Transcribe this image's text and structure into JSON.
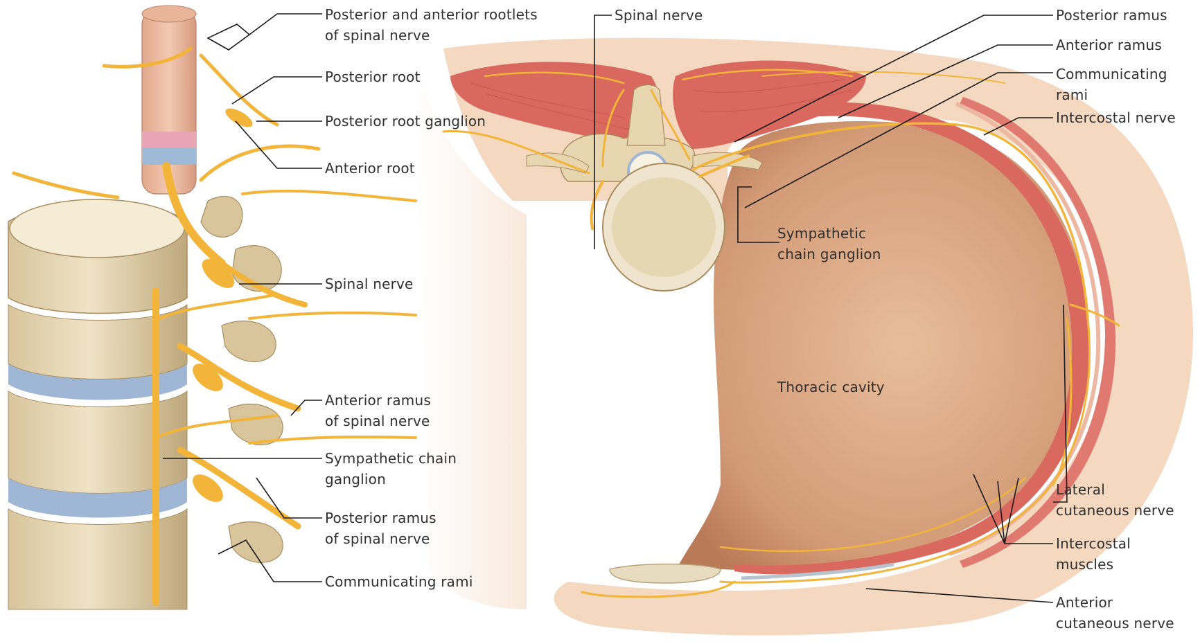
{
  "colors": {
    "nerve": "#f2b53a",
    "nerve_dark": "#c98a1a",
    "bone": "#eadbb7",
    "bone_shade": "#c9b48a",
    "disc": "#9fb6d4",
    "muscle": "#d96a63",
    "skin": "#f4d9c0",
    "cavity": "#d8a683",
    "cord": "#e9b59a"
  },
  "labels": {
    "rootlets": [
      "Posterior and anterior rootlets",
      "of spinal nerve"
    ],
    "posterior_root": "Posterior root",
    "posterior_root_ganglion": "Posterior root ganglion",
    "anterior_root": "Anterior root",
    "spinal_nerve_left": "Spinal nerve",
    "anterior_ramus_left": [
      "Anterior ramus",
      "of spinal nerve"
    ],
    "sympathetic_chain_left": [
      "Sympathetic chain",
      "ganglion"
    ],
    "posterior_ramus_left": [
      "Posterior ramus",
      "of spinal nerve"
    ],
    "communicating_rami_left": "Communicating rami",
    "spinal_nerve_top": "Spinal nerve",
    "sympathetic_chain_right": [
      "Sympathetic",
      "chain ganglion"
    ],
    "thoracic_cavity": "Thoracic cavity",
    "posterior_ramus_right": "Posterior ramus",
    "anterior_ramus_right": "Anterior ramus",
    "communicating_rami_right": [
      "Communicating",
      "rami"
    ],
    "intercostal_nerve": "Intercostal nerve",
    "lateral_cutaneous": [
      "Lateral",
      "cutaneous nerve"
    ],
    "intercostal_muscles": [
      "Intercostal",
      "muscles"
    ],
    "anterior_cutaneous": [
      "Anterior",
      "cutaneous nerve"
    ]
  }
}
